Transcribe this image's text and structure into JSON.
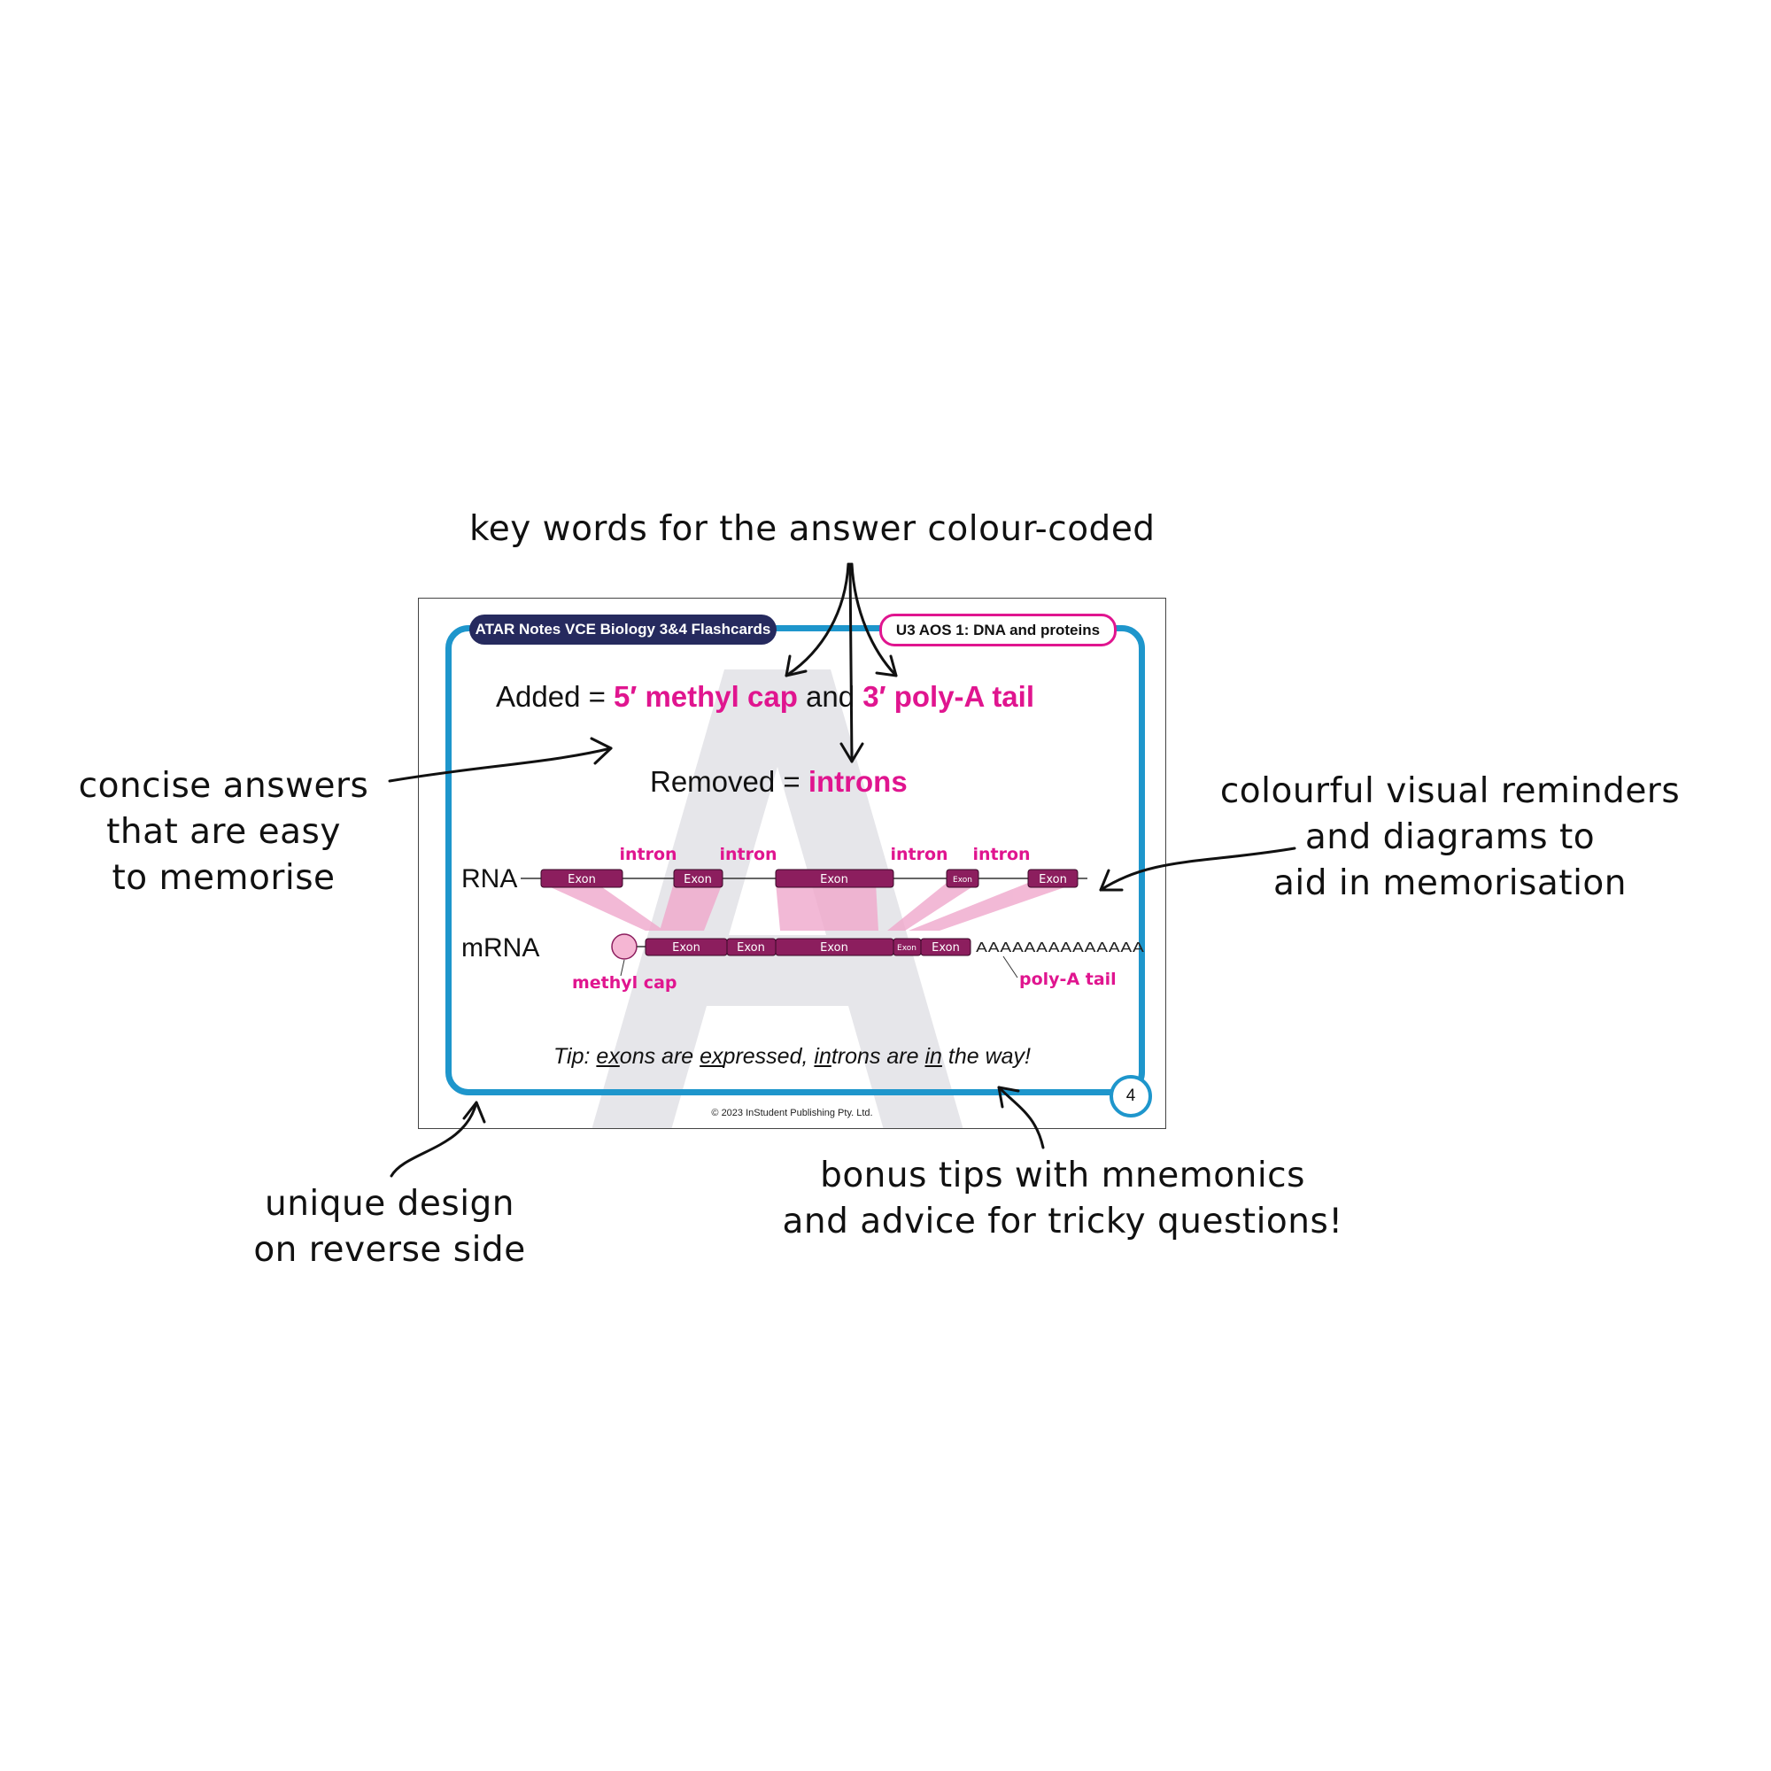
{
  "annotations": {
    "top": "key words for the answer colour-coded",
    "left": [
      "concise answers",
      "that are easy",
      "to memorise"
    ],
    "right": [
      "colourful visual reminders",
      "and diagrams to",
      "aid in memorisation"
    ],
    "bottom_left": [
      "unique design",
      "on reverse side"
    ],
    "bottom_right": [
      "bonus tips with mnemonics",
      "and advice for tricky questions!"
    ]
  },
  "card": {
    "series_label": "ATAR Notes VCE Biology 3&4 Flashcards",
    "topic_label": "U3 AOS 1: DNA and proteins",
    "added_prefix": "Added = ",
    "added_1": "5′ methyl cap",
    "added_and": " and ",
    "added_2": "3′ poly-A tail",
    "removed_prefix": "Removed = ",
    "removed": "introns",
    "card_number": "4",
    "copyright": "© 2023 InStudent Publishing Pty. Ltd.",
    "tip": {
      "p1": "Tip: ",
      "u1": "ex",
      "p2": "ons are ",
      "u2": "ex",
      "p3": "pressed, ",
      "u3": "in",
      "p4": "trons are ",
      "u4": "in",
      "p5": " the way!"
    }
  },
  "diagram": {
    "rna_label": "RNA",
    "mrna_label": "mRNA",
    "exon_label": "Exon",
    "intron_label": "intron",
    "methyl_cap_label": "methyl cap",
    "poly_a_label": "poly-A tail",
    "poly_a_sequence": "AAAAAAAAAAAAAA",
    "colors": {
      "exon": "#8c1e5e",
      "intron_text": "#e0158f",
      "highlight": "#e0158f",
      "frame": "#1e96cc",
      "header": "#262a5e",
      "projection": "#f0a8cc"
    }
  }
}
